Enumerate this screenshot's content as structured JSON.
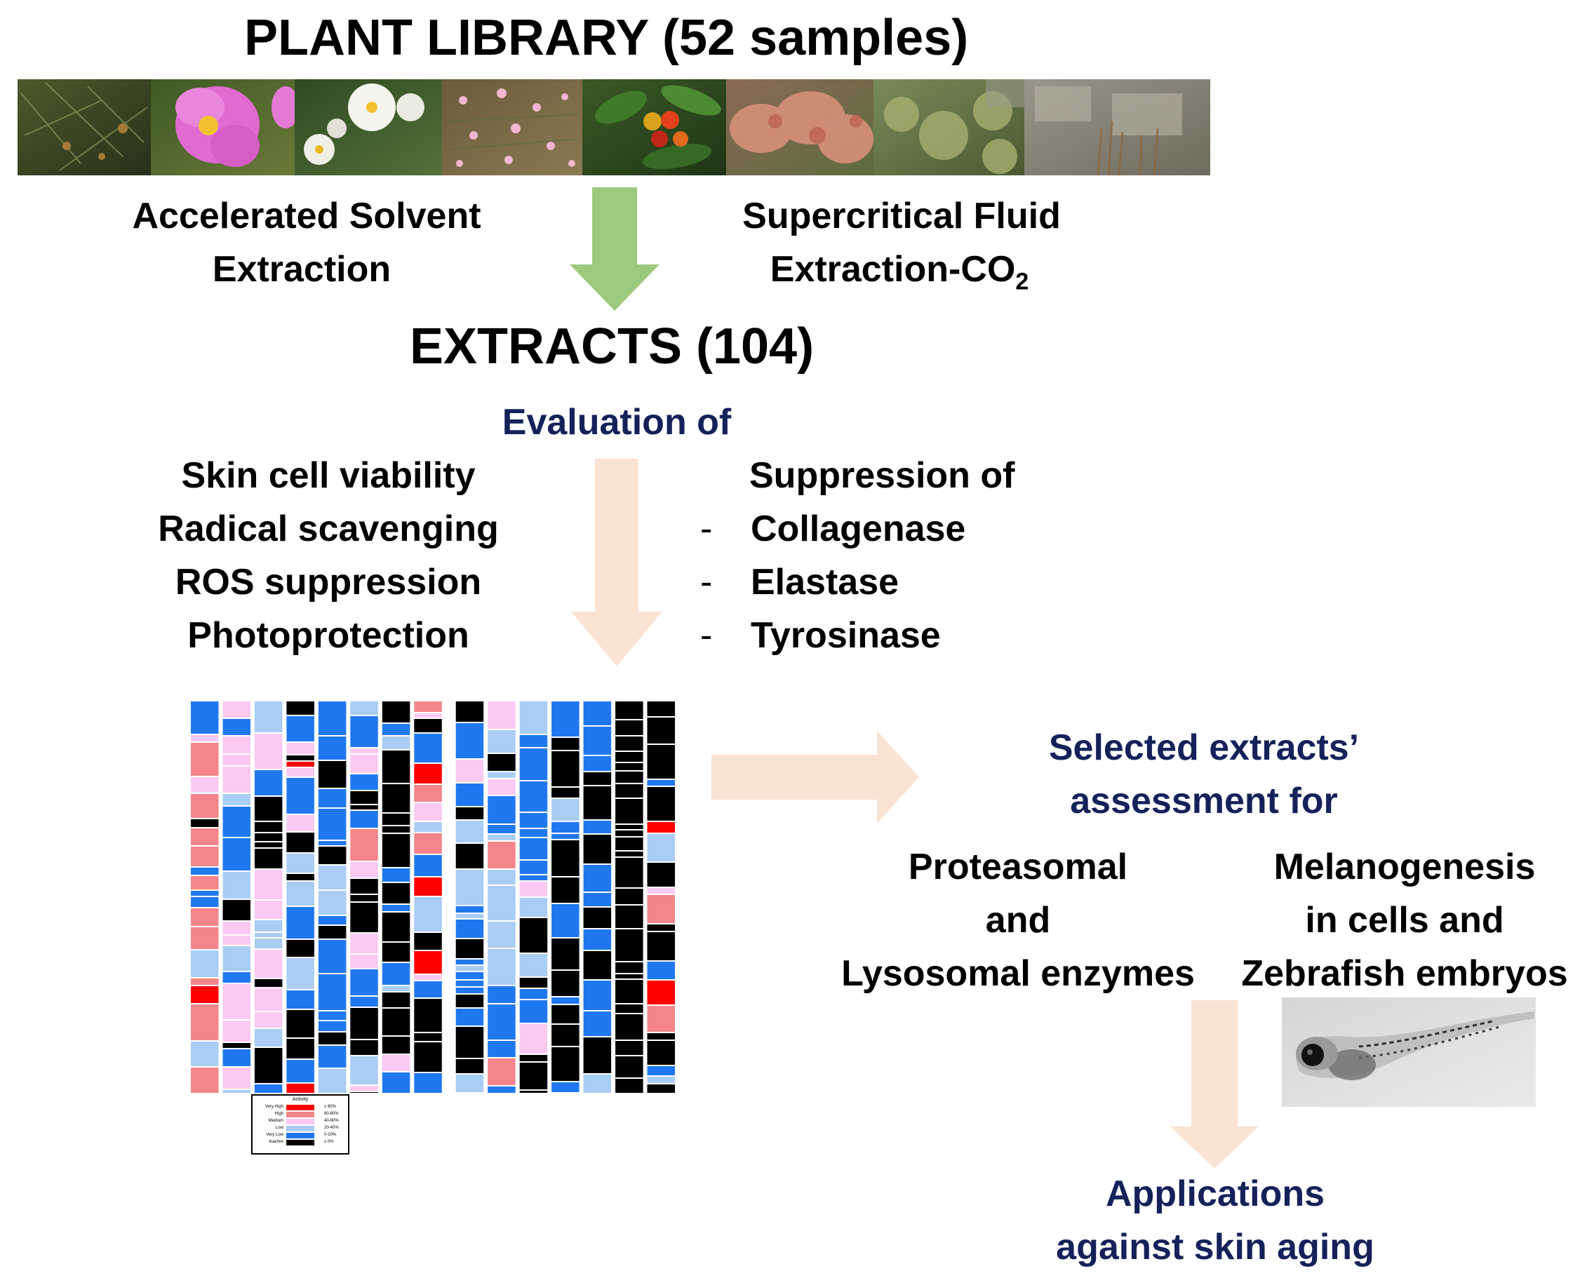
{
  "title": "PLANT LIBRARY (52 samples)",
  "methods": {
    "left_line1": "Accelerated Solvent",
    "left_line2": "Extraction",
    "right_line1": "Supercritical Fluid",
    "right_line2": "Extraction-CO",
    "right_subscript": "2"
  },
  "extracts_label": "EXTRACTS (104)",
  "evaluation_label": "Evaluation of",
  "left_assays": [
    "Skin cell viability",
    "Radical scavenging",
    "ROS suppression",
    "Photoprotection"
  ],
  "suppression_heading": "Suppression of",
  "suppression_dash": "-",
  "suppression_items": [
    "Collagenase",
    "Elastase",
    "Tyrosinase"
  ],
  "selected_line1": "Selected extracts’",
  "selected_line2": "assessment for",
  "proteasomal_lines": [
    "Proteasomal",
    "and",
    "Lysosomal enzymes"
  ],
  "melanogenesis_lines": [
    "Melanogenesis",
    "in cells and",
    "Zebrafish embryos"
  ],
  "applications_line1": "Applications",
  "applications_line2": "against skin aging",
  "legend": {
    "title": "Activity",
    "rows": [
      {
        "label": "Very High",
        "range": "≥ 80%",
        "color": "#ff0000"
      },
      {
        "label": "High",
        "range": "60-80%",
        "color": "#f4858a"
      },
      {
        "label": "Medium",
        "range": "40-60%",
        "color": "#fbc9f2"
      },
      {
        "label": "Low",
        "range": "20-40%",
        "color": "#a9cdf5"
      },
      {
        "label": "Very Low",
        "range": "0-20%",
        "color": "#1f78f0"
      },
      {
        "label": "Inactive",
        "range": "≤ 0%",
        "color": "#000000"
      }
    ]
  },
  "colors": {
    "navy_text": "#14215a",
    "green_arrow": "#9dc97e",
    "peach_arrow": "#fbe3d4",
    "very_high": "#ff0000",
    "high": "#f4858a",
    "medium": "#fbc9f2",
    "low": "#a9cdf5",
    "very_low": "#1f78f0",
    "inactive": "#000000"
  },
  "heatmap_column_count": 15,
  "photo_strip_scenes": [
    "juniper-branches",
    "pink-cistus-flower",
    "white-cistus-flowers",
    "pink-small-flowers",
    "strawberry-tree-fruit",
    "reddish-shrub",
    "green-shrub",
    "rocky-plants"
  ],
  "zebrafish_image": "zebrafish-embryo"
}
